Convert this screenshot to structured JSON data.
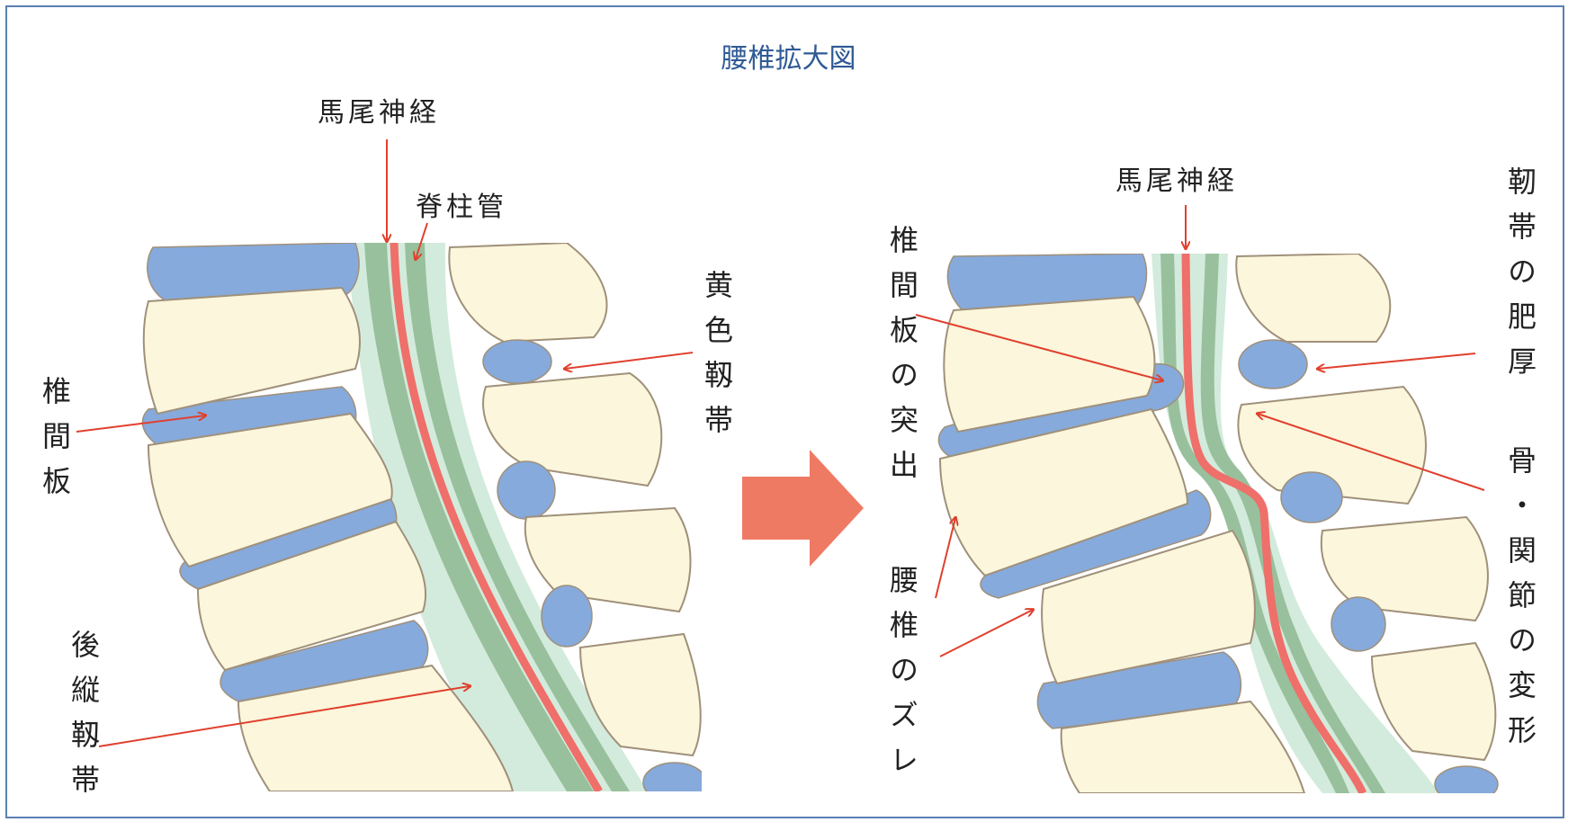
{
  "title": "腰椎拡大図",
  "left_panel": {
    "cauda_equina": "馬尾神経",
    "spinal_canal": "脊柱管",
    "ligamentum_flavum": "黄色靱帯",
    "intervertebral_disc": "椎間板",
    "posterior_longitudinal_ligament": "後縦靱帯"
  },
  "right_panel": {
    "cauda_equina": "馬尾神経",
    "disc_protrusion": "椎間板の突出",
    "vertebral_slip": "腰椎のズレ",
    "ligament_thickening": "靭帯の肥厚",
    "bone_joint_deformation": "骨・関節の変形"
  },
  "colors": {
    "bone": "#fbf6dc",
    "bone_stroke": "#a0907a",
    "disc": "#86aadb",
    "canal": "#d3ebdc",
    "ligament": "#98c09c",
    "nerve": "#ef6f6a",
    "arrow": "#e0402e",
    "big_arrow": "#ef7a64",
    "title": "#2f5a95"
  }
}
